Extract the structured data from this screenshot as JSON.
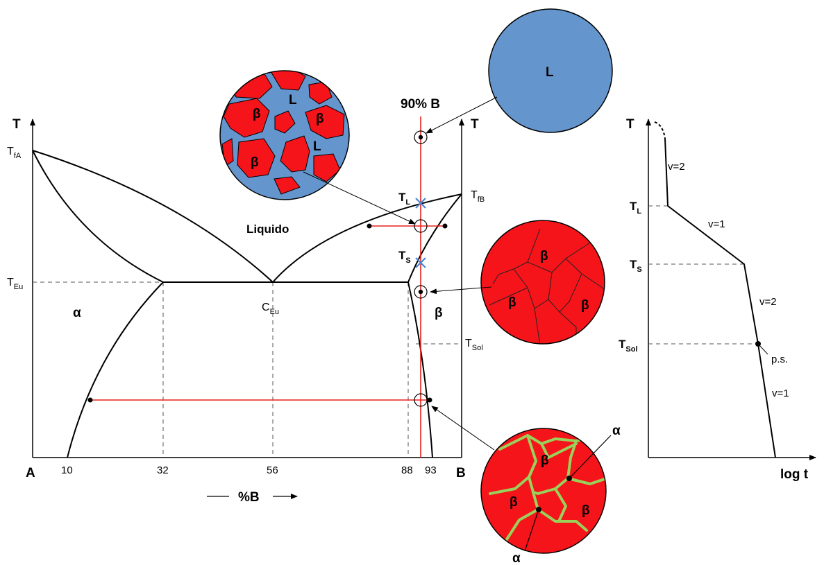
{
  "phase_diagram": {
    "axis_T": "T",
    "axis_B_right": "T",
    "corner_A": "A",
    "corner_B": "B",
    "x_ticks": [
      "10",
      "32",
      "56",
      "88",
      "93"
    ],
    "x_label": "%B",
    "T_fA": "T",
    "T_fA_sub": "fA",
    "T_fB": "T",
    "T_fB_sub": "fB",
    "T_Eu": "T",
    "T_Eu_sub": "Eu",
    "C_Eu": "C",
    "C_Eu_sub": "Eu",
    "T_Sol": "T",
    "T_Sol_sub": "Sol",
    "T_L": "T",
    "T_L_sub": "L",
    "T_S": "T",
    "T_S_sub": "S",
    "region_liquid": "Liquido",
    "region_alpha": "α",
    "region_beta": "β",
    "composition_line": "90% B"
  },
  "microstructures": {
    "liquid_label": "L",
    "mushy": {
      "beta": "β",
      "liquid": "L"
    },
    "solid": {
      "beta": "β"
    },
    "precipitate": {
      "beta": "β",
      "alpha": "α"
    }
  },
  "cooling_curve": {
    "axis_T": "T",
    "axis_time": "log t",
    "T_L": "T",
    "T_L_sub": "L",
    "T_S": "T",
    "T_S_sub": "S",
    "T_Sol": "T",
    "T_Sol_sub": "Sol",
    "v_top": "v=2",
    "v_mush": "v=1",
    "v_mid": "v=2",
    "v_bottom": "v=1",
    "ps": "p.s."
  },
  "colors": {
    "liquid": "#6495cc",
    "solid": "#f5141a",
    "grain_boundary_alpha": "#9ad15a",
    "tie_line": "#e8201c",
    "marker": "#4a86d0"
  }
}
